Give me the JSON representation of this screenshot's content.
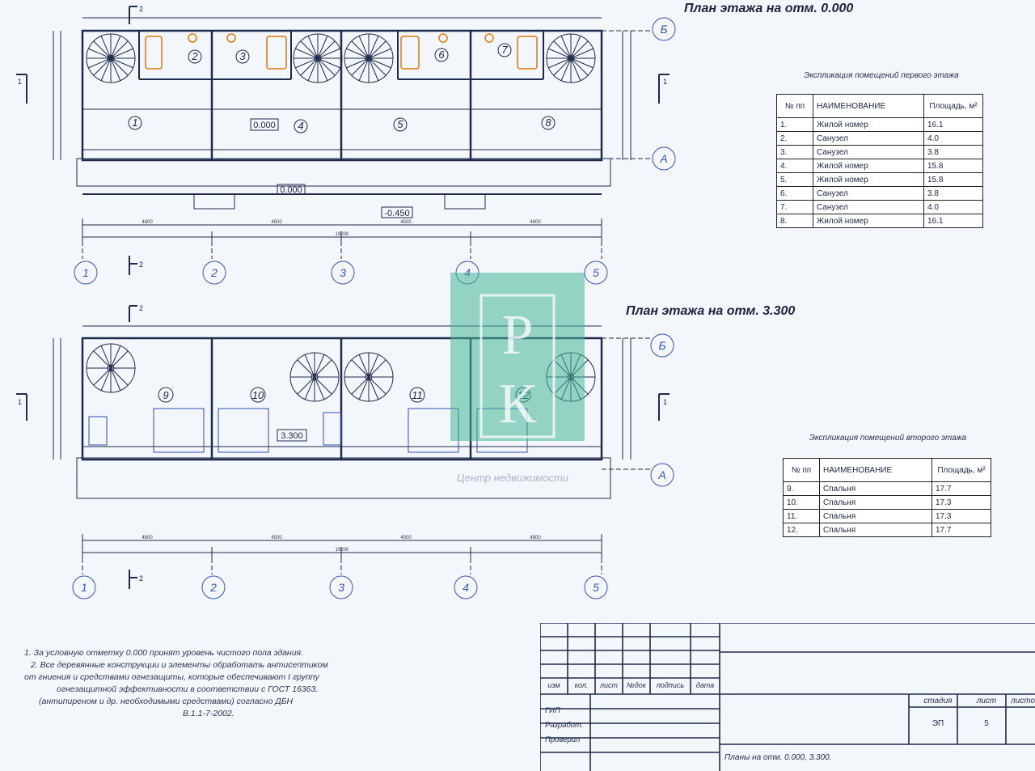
{
  "plans": [
    {
      "title": "План этажа на отм. 0.000",
      "level_marks": [
        "0.000",
        "0.000",
        "-0.450"
      ],
      "rooms": [
        "1",
        "2",
        "3",
        "4",
        "5",
        "6",
        "7",
        "8"
      ]
    },
    {
      "title": "План этажа на отм. 3.300",
      "level_marks": [
        "3.300"
      ],
      "rooms": [
        "9",
        "10",
        "11",
        "12"
      ]
    }
  ],
  "axes_numeric": [
    "1",
    "2",
    "3",
    "4",
    "5"
  ],
  "axes_letter": [
    "Б",
    "А"
  ],
  "section_mark": "1",
  "section_mark_2": "2",
  "dims_top": [
    "4800",
    "4500",
    "4500",
    "4800"
  ],
  "dim_total": "19200",
  "table1": {
    "caption": "Экспликация помещений первого этажа",
    "headers": [
      "№ пп",
      "НАИМЕНОВАНИЕ",
      "Площадь, м²"
    ],
    "rows": [
      [
        "1.",
        "Жилой номер",
        "16.1"
      ],
      [
        "2.",
        "Санузел",
        "4.0"
      ],
      [
        "3.",
        "Санузел",
        "3.8"
      ],
      [
        "4.",
        "Жилой номер",
        "15.8"
      ],
      [
        "5.",
        "Жилой номер",
        "15.8"
      ],
      [
        "6.",
        "Санузел",
        "3.8"
      ],
      [
        "7.",
        "Санузел",
        "4.0"
      ],
      [
        "8.",
        "Жилой номер",
        "16.1"
      ]
    ]
  },
  "table2": {
    "caption": "Экспликация помещений второго этажа",
    "headers": [
      "№ пп",
      "НАИМЕНОВАНИЕ",
      "Площадь, м²"
    ],
    "rows": [
      [
        "9.",
        "Спальня",
        "17.7"
      ],
      [
        "10.",
        "Спальня",
        "17.3"
      ],
      [
        "11.",
        "Спальня",
        "17.3"
      ],
      [
        "12.",
        "Спальня",
        "17.7"
      ]
    ]
  },
  "notes": [
    "1. За условную отметку 0.000 принят уровень чистого пола здания.",
    "2. Все деревянные конструкции и элементы обработать антисептиком",
    "от гниения и средствами огнезащиты, которые обеспечивают I группу",
    "огнезащитной эффективности в соответствии с ГОСТ 16363.",
    "(антипиреном и др. необходимыми средствами) согласно  ДБН",
    "В.1.1-7-2002."
  ],
  "stamp": {
    "cols": [
      "изм",
      "кол.",
      "лист",
      "№док",
      "подпись",
      "дата"
    ],
    "rows": [
      "ГИП",
      "Разработ.",
      "Проверил"
    ],
    "stage_label": "стадия",
    "sheet_label": "лист",
    "sheets_label": "листов",
    "stage": "ЭП",
    "sheet": "5",
    "sheet_title": "Планы на отм. 0.000, 3.300."
  },
  "watermark_text": "Центр недвижимости",
  "colors": {
    "line": "#1f2b4c",
    "axis": "#3856b8",
    "watermark": "#46b496"
  }
}
